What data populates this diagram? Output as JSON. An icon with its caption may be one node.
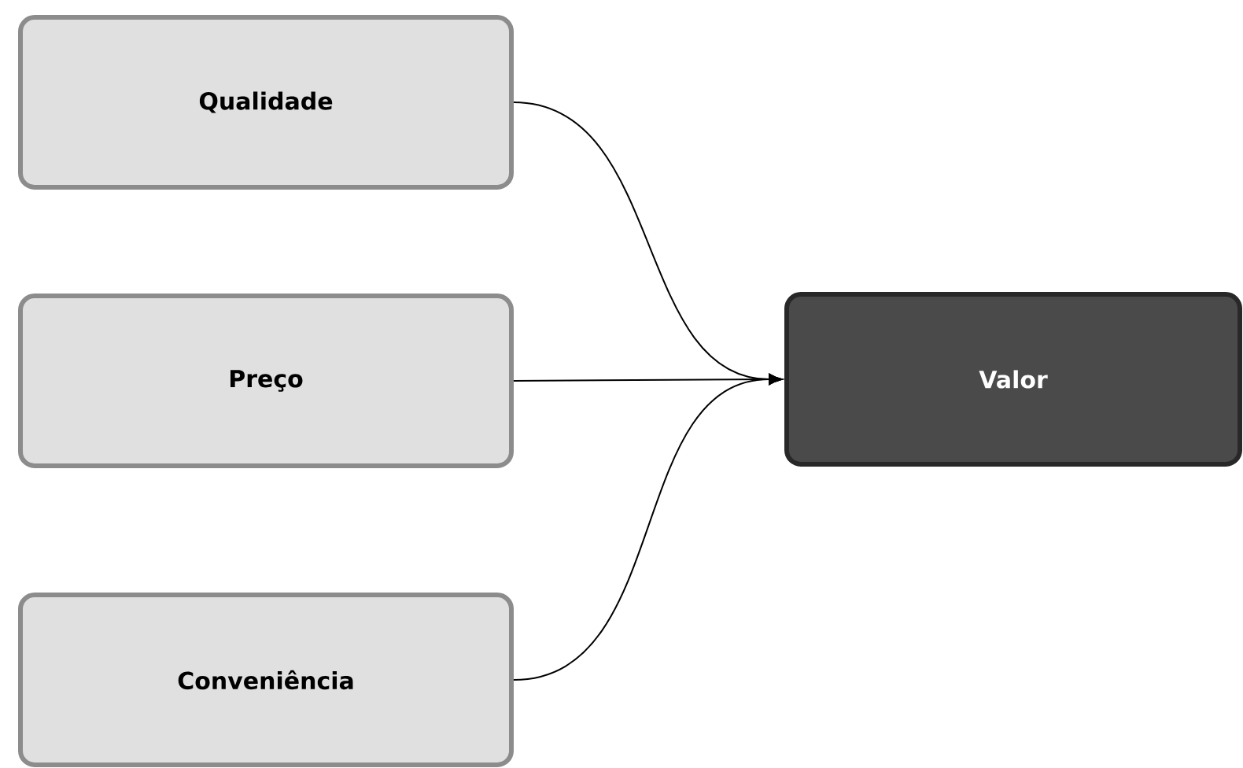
{
  "diagram": {
    "nodes": [
      {
        "text": [
          "Qualidade"
        ]
      },
      {
        "text": [
          "Preço"
        ]
      },
      {
        "text": [
          "Conveniência"
        ]
      },
      {
        "text": [
          "Valor"
        ]
      }
    ],
    "edges": [
      {
        "from": 0,
        "to": 3,
        "arrow": "to"
      },
      {
        "from": 1,
        "to": 3,
        "arrow": "to"
      },
      {
        "from": 2,
        "to": 3,
        "arrow": "to"
      }
    ]
  }
}
